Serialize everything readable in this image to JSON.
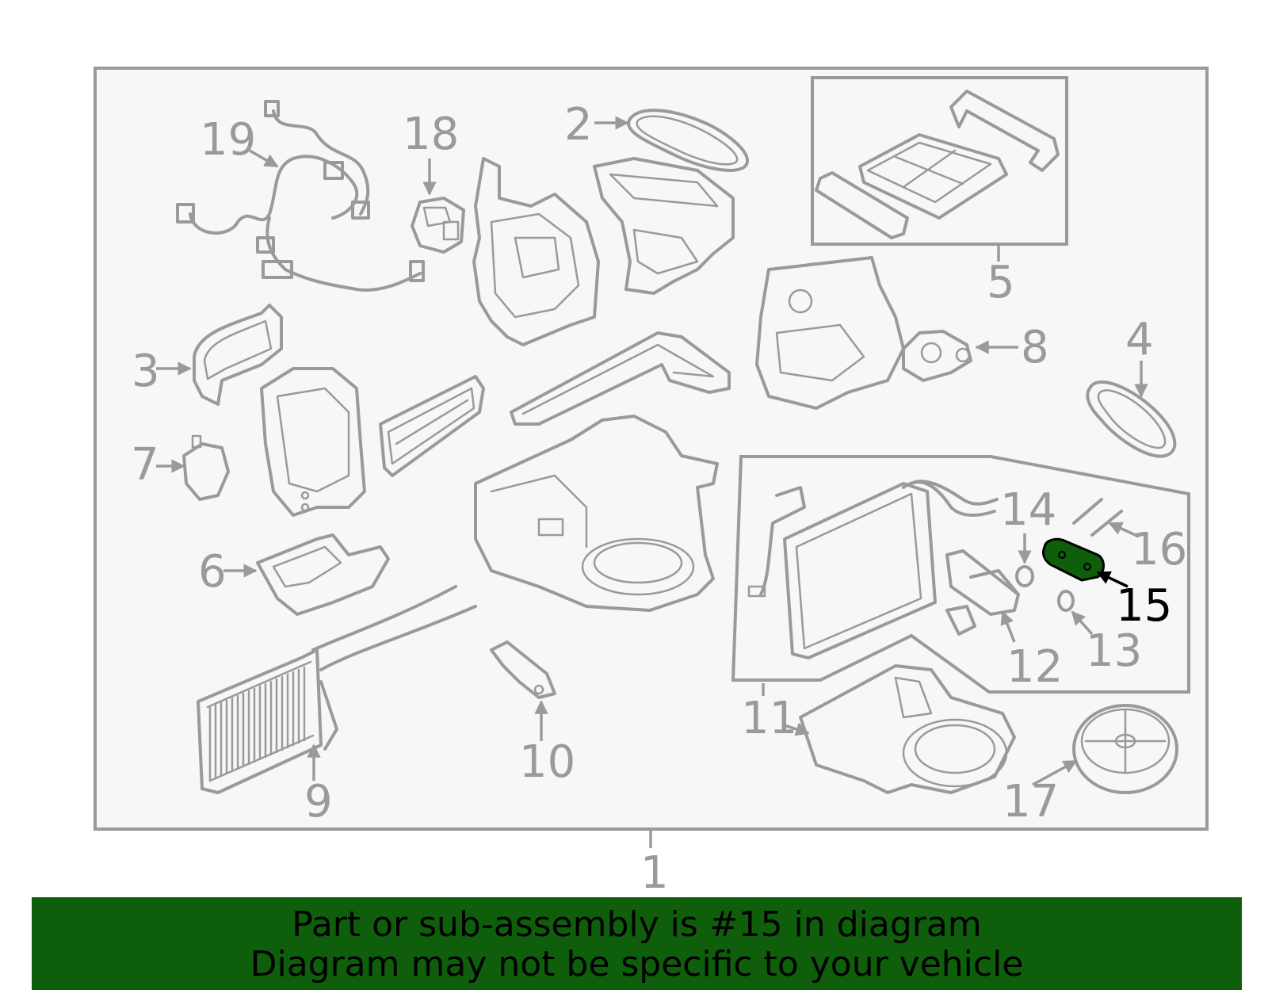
{
  "diagram": {
    "callouts": [
      "1",
      "2",
      "3",
      "4",
      "5",
      "6",
      "7",
      "8",
      "9",
      "10",
      "11",
      "12",
      "13",
      "14",
      "15",
      "16",
      "17",
      "18",
      "19"
    ],
    "highlighted_callout": "15",
    "colors": {
      "line": "#9a9a9a",
      "background": "#f7f7f7",
      "highlight_fill": "#0e5e0b",
      "banner": "#0e5e0b",
      "text_active": "#000000"
    }
  },
  "banner": {
    "line1": "Part or sub-assembly is #15 in diagram",
    "line2": "Diagram may not be specific to your vehicle"
  }
}
